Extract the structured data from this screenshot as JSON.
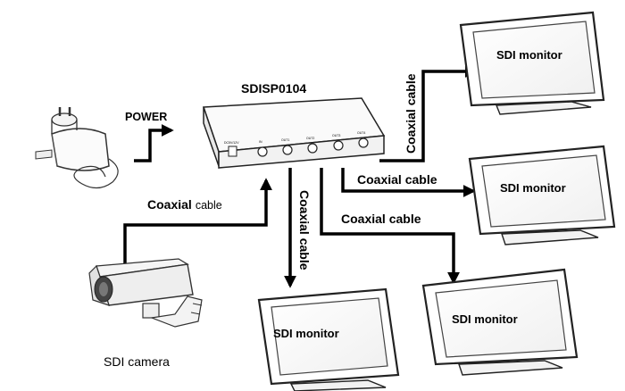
{
  "device": {
    "model": "SDISP0104",
    "ports": [
      "DC5V/12V",
      "IN",
      "OUT1",
      "OUT2",
      "OUT3",
      "OUT4"
    ]
  },
  "labels": {
    "power": "POWER",
    "cable_cam_words": [
      "Coaxial",
      "cable"
    ],
    "cable_out1": "Coaxial cable",
    "cable_out2": "Coaxial cable",
    "cable_out3": "Coaxial cable",
    "cable_out4": "Coaxial cable",
    "camera": "SDI camera"
  },
  "monitors": [
    {
      "id": "m1",
      "label": "SDI monitor"
    },
    {
      "id": "m2",
      "label": "SDI monitor"
    },
    {
      "id": "m3",
      "label": "SDI monitor"
    },
    {
      "id": "m4",
      "label": "SDI monitor"
    }
  ]
}
